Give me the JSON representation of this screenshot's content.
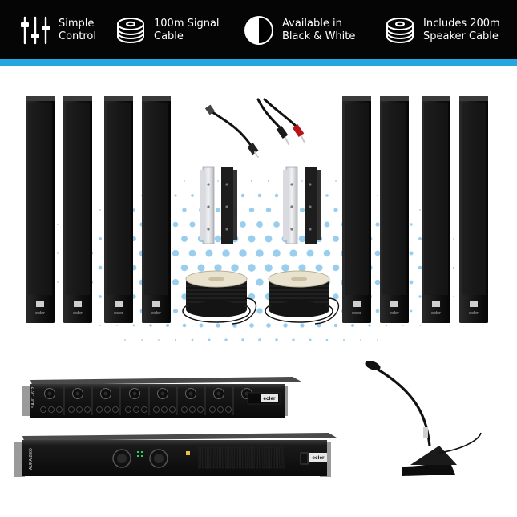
{
  "features": [
    {
      "label": "Simple\nControl",
      "icon": "sliders-icon"
    },
    {
      "label": "100m Signal\nCable",
      "icon": "cable-reel-icon"
    },
    {
      "label": "Available in\nBlack & White",
      "icon": "half-circle-icon"
    },
    {
      "label": "Includes 200m\nSpeaker Cable",
      "icon": "cable-reel-icon"
    }
  ],
  "products": {
    "speaker_logo": "ecler",
    "mixer_model": "SAM1 - 612",
    "amp_model": "AURA-2800",
    "brand_badge": "ecler"
  },
  "colors": {
    "banner": "#050505",
    "accent": "#27a7df",
    "dots": "#8fc9ec"
  }
}
